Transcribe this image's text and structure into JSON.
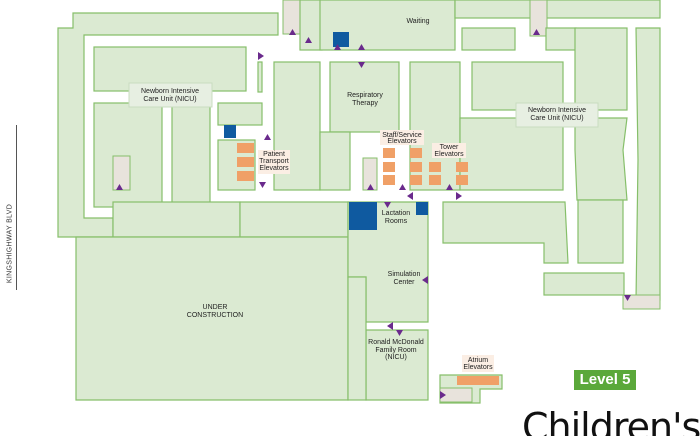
{
  "street": "KINGSHIGHWAY BLVD",
  "level": "Level 5",
  "logo_text": "Children's",
  "labels": {
    "waiting": "Waiting",
    "nicu_left_1": "Newborn Intensive",
    "nicu_left_2": "Care Unit (NICU)",
    "nicu_right_1": "Newborn Intensive",
    "nicu_right_2": "Care Unit (NICU)",
    "resp_1": "Respiratory",
    "resp_2": "Therapy",
    "patient_1": "Patient",
    "patient_2": "Transport",
    "patient_3": "Elevators",
    "staff_1": "Staff/Service",
    "staff_2": "Elevators",
    "tower_1": "Tower",
    "tower_2": "Elevators",
    "lact_1": "Lactation",
    "lact_2": "Rooms",
    "sim_1": "Simulation",
    "sim_2": "Center",
    "uc_1": "UNDER",
    "uc_2": "CONSTRUCTION",
    "rm_1": "Ronald McDonald",
    "rm_2": "Family Room",
    "rm_3": "(NICU)",
    "atrium_1": "Atrium",
    "atrium_2": "Elevators"
  },
  "colors": {
    "room": "#dbead2",
    "border": "#86bf6a",
    "level_badge": "#5aa83a",
    "arrow": "#6a2a8c",
    "elevator": "#f0a067",
    "restroom": "#0f5aa0"
  }
}
